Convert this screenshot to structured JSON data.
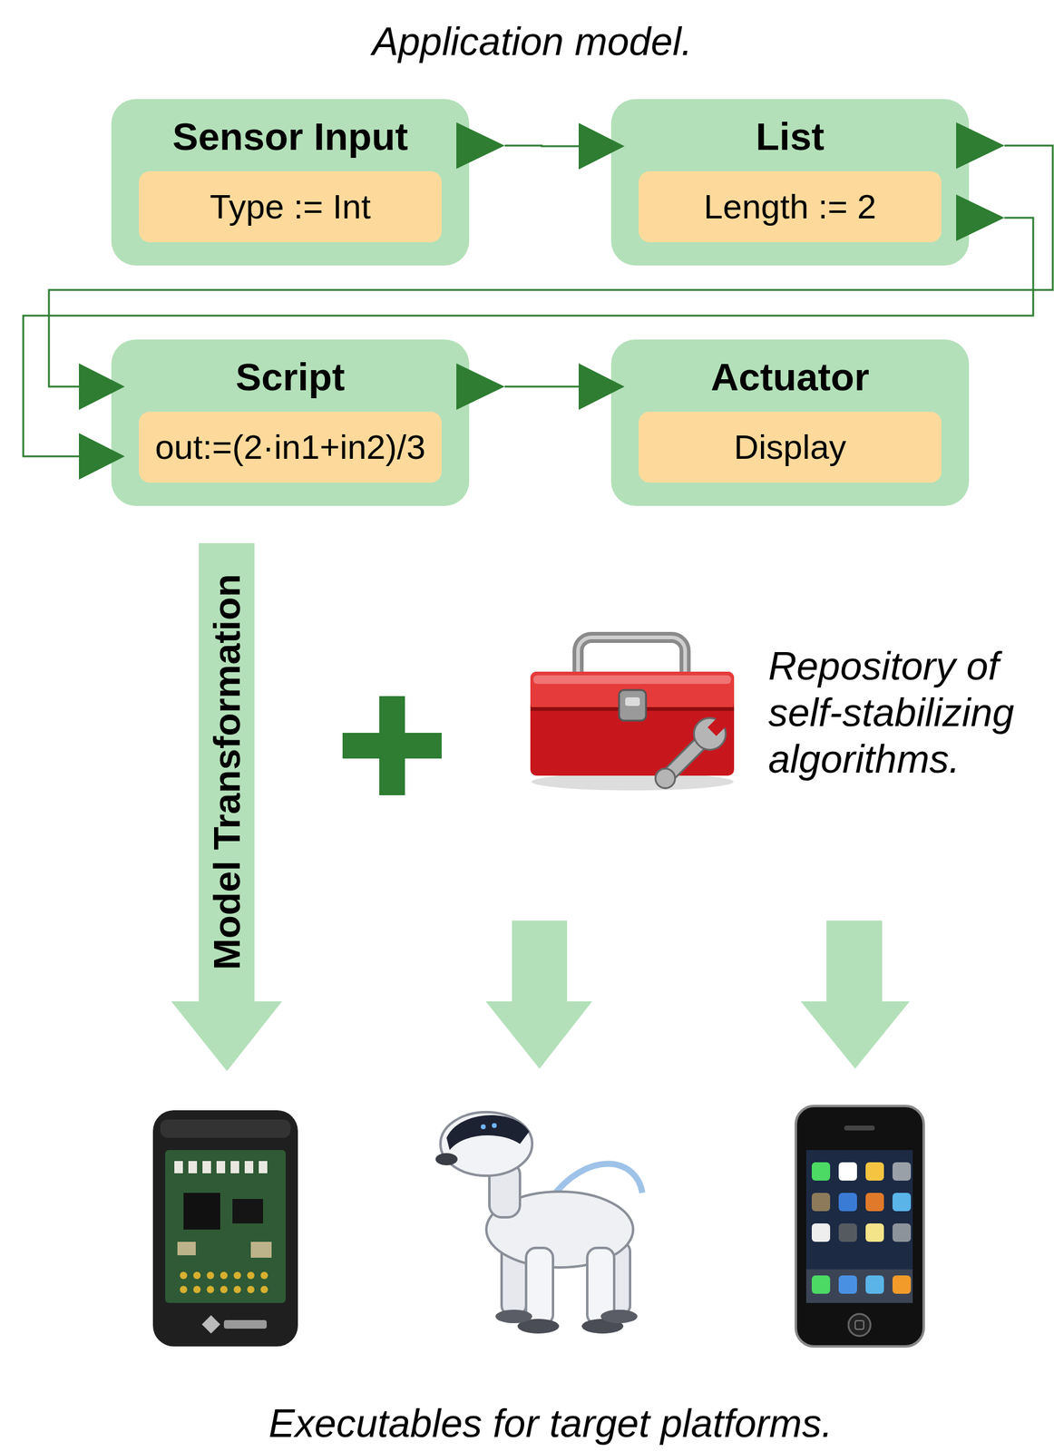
{
  "diagram": {
    "title": "Application model.",
    "caption": "Executables for target platforms.",
    "nodes": [
      {
        "text": [
          "Sensor Input"
        ]
      },
      {
        "text": [
          "Type := Int"
        ],
        "in": 0
      },
      {
        "text": [
          "List"
        ]
      },
      {
        "text": [
          "Length := 2"
        ],
        "in": 2
      },
      {
        "text": [
          "Script"
        ]
      },
      {
        "text": [
          "out:=(2·in1+in2)/3"
        ],
        "in": 4
      },
      {
        "text": [
          "Actuator"
        ]
      },
      {
        "text": [
          "Display"
        ],
        "in": 6
      }
    ],
    "edges": [
      {
        "from": 0,
        "to": 2,
        "arrow": "to"
      },
      {
        "from": 2,
        "to": 4,
        "arrow": "to"
      },
      {
        "from": 2,
        "to": 4,
        "arrow": "to"
      },
      {
        "from": 4,
        "to": 6,
        "arrow": "to"
      }
    ],
    "labels": [
      "Model Transformation",
      "Repository of self-stabilizing algorithms."
    ]
  }
}
